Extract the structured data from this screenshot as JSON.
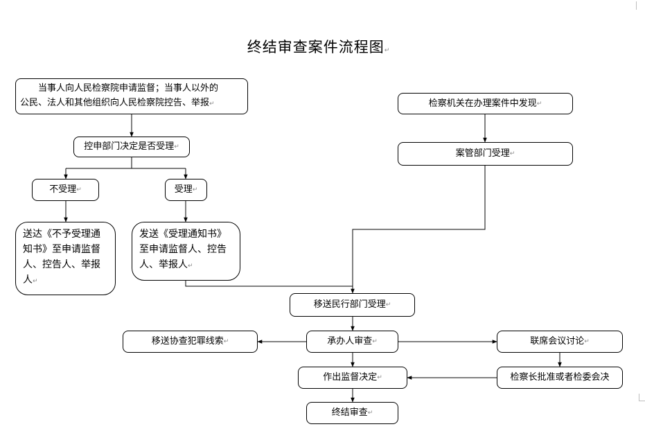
{
  "title": "终结审查案件流程图",
  "nodes": {
    "apply": {
      "line1": "当事人向人民检察院申请监督；当事人以外的",
      "line2": "公民、法人和其他组织向人民检察院控告、举报"
    },
    "decide": "控申部门决定是否受理",
    "reject": "不受理",
    "accept": "受理",
    "notice_reject": "送达《不予受理通知书》至申请监督人、控告人、举报人",
    "notice_accept": "发送《受理通知书》至申请监督人、控告人、举报人",
    "discover": "检察机关在办理案件中发现",
    "case_mgmt": "案管部门受理",
    "transfer_civil": "移送民行部门受理",
    "review": "承办人审查",
    "transfer_crime": "移送协查犯罪线索",
    "joint_meeting": "联席会议讨论",
    "approval": "检察长批准或者检委会决",
    "supervise_decision": "作出监督决定",
    "end": "终结审查"
  },
  "paragraph_mark": "↵"
}
